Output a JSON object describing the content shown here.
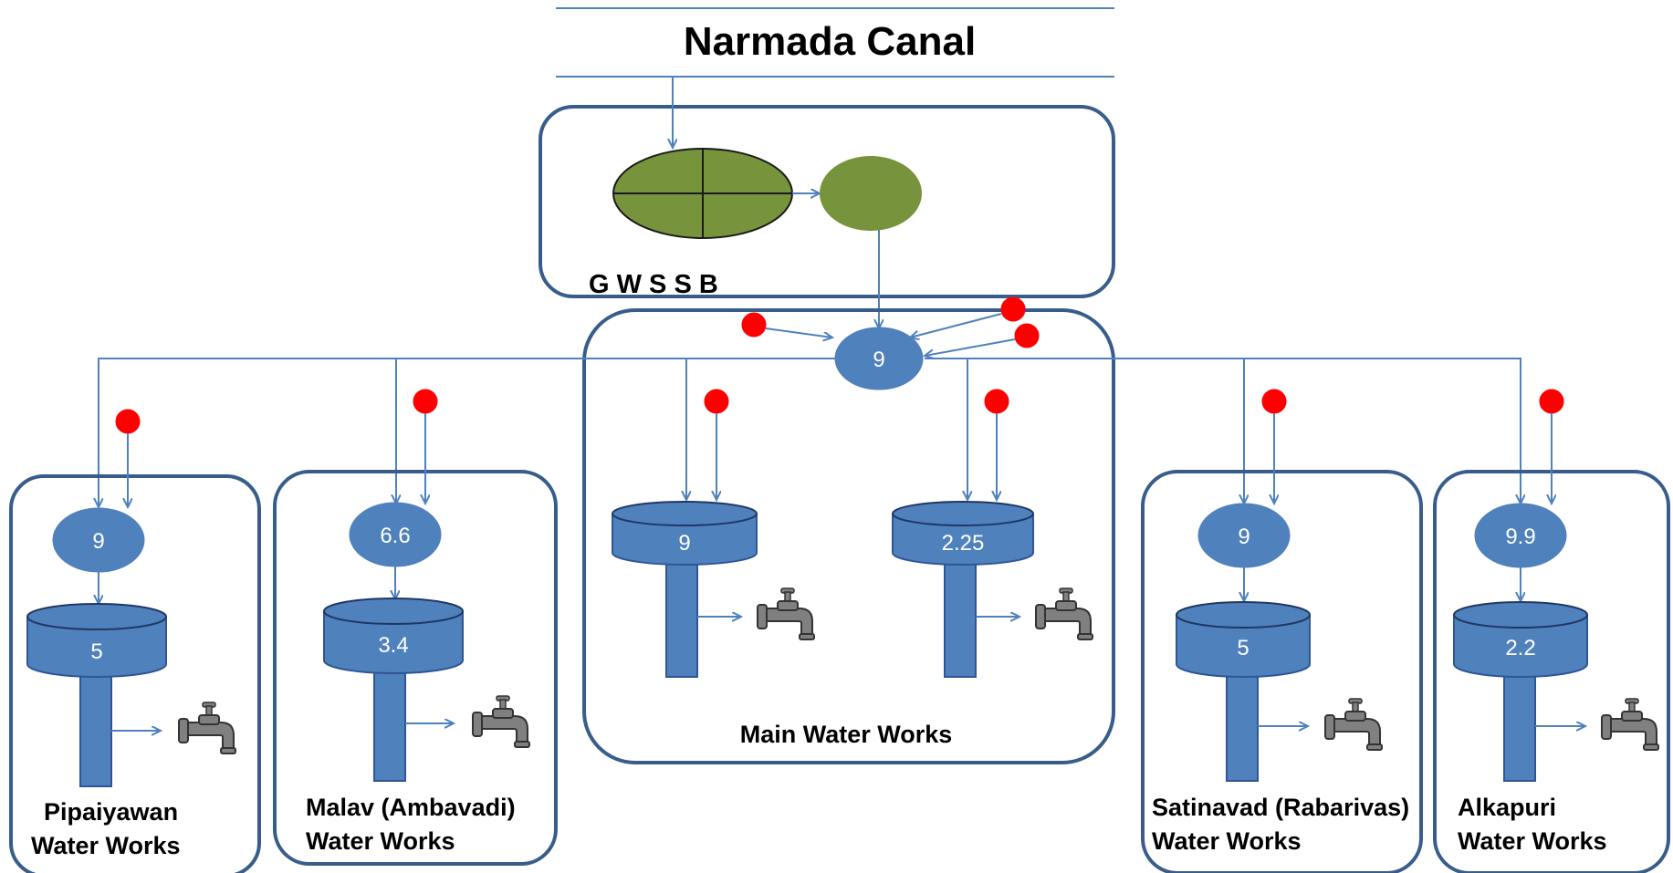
{
  "title": "Narmada Canal",
  "source_label": "G W S S B",
  "main": {
    "label": "Main Water Works",
    "sump": "9",
    "tank1": "9",
    "tank2": "2.25"
  },
  "works": [
    {
      "label_line1": "Pipaiyawan",
      "label_line2": "Water Works",
      "sump": "9",
      "tank": "5"
    },
    {
      "label_line1": "Malav (Ambavadi)",
      "label_line2": "Water Works",
      "sump": "6.6",
      "tank": "3.4"
    },
    {
      "label_line1": "Satinavad (Rabarivas)",
      "label_line2": "Water Works",
      "sump": "9",
      "tank": "5"
    },
    {
      "label_line1": "Alkapuri",
      "label_line2": "Water Works",
      "sump": "9.9",
      "tank": "2.2"
    }
  ],
  "colors": {
    "box_border": "#385d8a",
    "flow_arrow": "#4f81bd",
    "tank_fill": "#4f81bd",
    "source_dot": "#ff0000",
    "treatment_plant": "#77933c"
  },
  "icons": [
    "water-tap-icon",
    "water-source-dot"
  ]
}
